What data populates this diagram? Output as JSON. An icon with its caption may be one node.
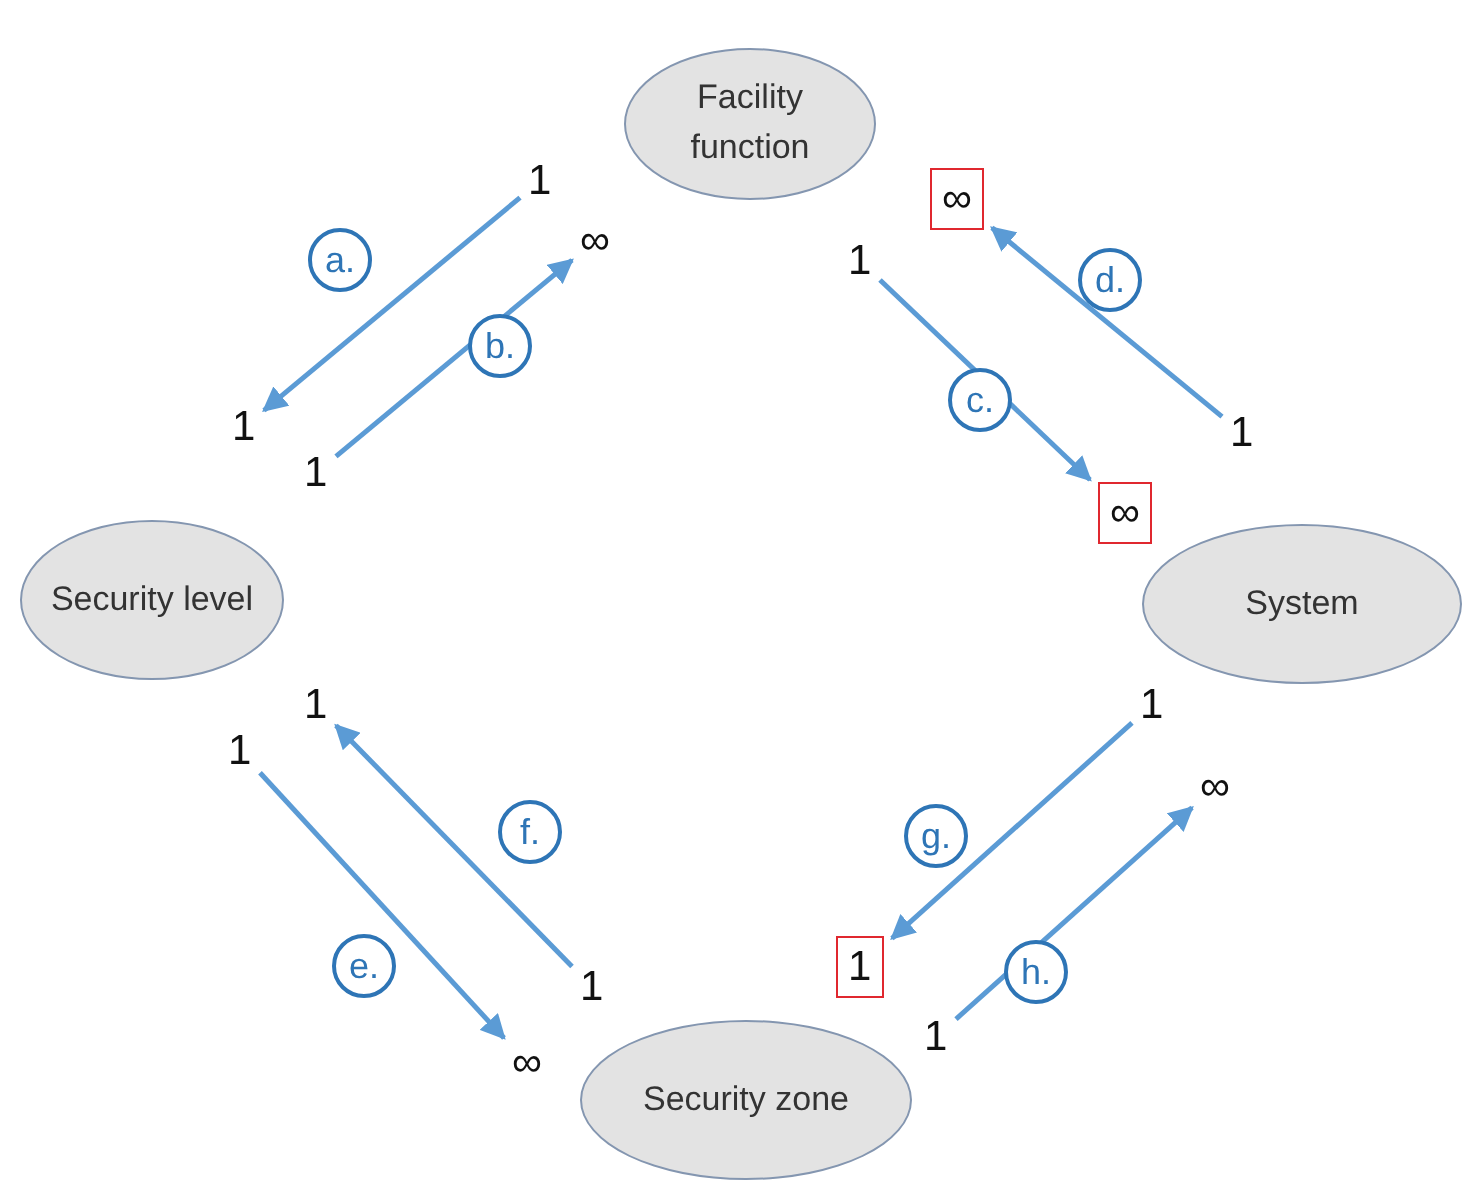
{
  "diagram": {
    "nodes": [
      {
        "text": [
          "Facility function"
        ]
      },
      {
        "text": [
          "Security level"
        ]
      },
      {
        "text": [
          "System"
        ]
      },
      {
        "text": [
          "Security zone"
        ]
      },
      {
        "text": [
          "1"
        ]
      },
      {
        "text": [
          "∞"
        ]
      },
      {
        "text": [
          "∞"
        ]
      },
      {
        "text": [
          "1"
        ]
      },
      {
        "text": [
          "1"
        ]
      },
      {
        "text": [
          "1"
        ]
      },
      {
        "text": [
          "1"
        ]
      },
      {
        "text": [
          "∞"
        ]
      },
      {
        "text": [
          "1"
        ]
      },
      {
        "text": [
          "1"
        ]
      },
      {
        "text": [
          "1"
        ]
      },
      {
        "text": [
          "∞"
        ]
      },
      {
        "text": [
          "1"
        ]
      },
      {
        "text": [
          "1"
        ]
      },
      {
        "text": [
          "1"
        ]
      },
      {
        "text": [
          "∞"
        ]
      }
    ],
    "edges": [
      {
        "from": 4,
        "to": 8,
        "arrow": "to",
        "label": "a."
      },
      {
        "from": 9,
        "to": 5,
        "arrow": "to",
        "label": "b."
      },
      {
        "from": 7,
        "to": 11,
        "arrow": "to",
        "label": "c."
      },
      {
        "from": 10,
        "to": 6,
        "arrow": "to",
        "label": "d."
      },
      {
        "from": 14,
        "to": 19,
        "arrow": "to",
        "label": "e."
      },
      {
        "from": 17,
        "to": 12,
        "arrow": "to",
        "label": "f."
      },
      {
        "from": 13,
        "to": 16,
        "arrow": "to",
        "label": "g."
      },
      {
        "from": 18,
        "to": 15,
        "arrow": "to",
        "label": "h."
      }
    ]
  }
}
